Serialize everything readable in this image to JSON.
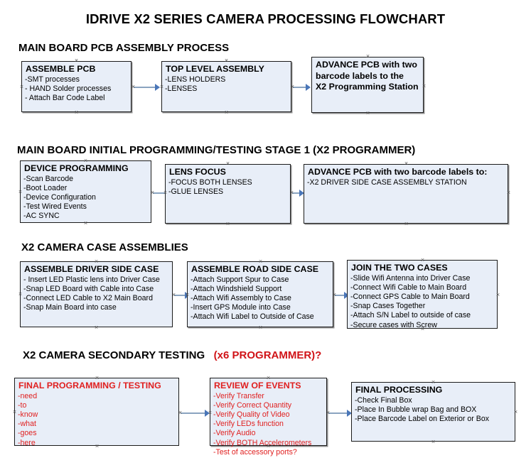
{
  "document": {
    "title": "IDRIVE X2  SERIES CAMERA PROCESSING FLOWCHART"
  },
  "sections": [
    {
      "id": "main-board-pcb-assembly-process",
      "heading": "MAIN BOARD PCB ASSEMBLY PROCESS",
      "heading_accent": ""
    },
    {
      "id": "main-board-initial-programming",
      "heading": "MAIN BOARD INITIAL PROGRAMMING/TESTING STAGE 1 (X2 PROGRAMMER)",
      "heading_accent": ""
    },
    {
      "id": "x2-camera-case-assemblies",
      "heading": "X2 CAMERA CASE ASSEMBLIES",
      "heading_accent": ""
    },
    {
      "id": "x2-camera-secondary-testing",
      "heading": "X2 CAMERA SECONDARY TESTING",
      "heading_accent": "(x6 PROGRAMMER)?"
    }
  ],
  "boxes": {
    "assemble_pcb": {
      "title": "ASSEMBLE PCB",
      "lines": [
        "-SMT processes",
        "- HAND Solder processes",
        "- Attach Bar Code Label"
      ]
    },
    "top_level_assembly": {
      "title": "TOP LEVEL ASSEMBLY",
      "lines": [
        "-LENS HOLDERS",
        "-LENSES"
      ]
    },
    "advance_pcb_1": {
      "title": "ADVANCE PCB with two",
      "lines": [
        "barcode labels to the",
        " X2 Programming Station"
      ]
    },
    "device_programming": {
      "title": "DEVICE PROGRAMMING",
      "lines": [
        "-Scan Barcode",
        "-Boot Loader",
        "-Device Configuration",
        "-Test Wired Events",
        "-AC SYNC"
      ]
    },
    "lens_focus": {
      "title": "LENS FOCUS",
      "lines": [
        "-FOCUS BOTH LENSES",
        "-GLUE LENSES"
      ]
    },
    "advance_pcb_2": {
      "title": "ADVANCE PCB with two barcode labels to:",
      "lines": [
        "-X2 DRIVER  SIDE  CASE  ASSEMBLY STATION"
      ]
    },
    "assemble_driver_side_case": {
      "title": "ASSEMBLE DRIVER SIDE CASE",
      "lines": [
        "- Insert LED Plastic lens into Driver Case",
        "-Snap LED Board with Cable into Case",
        "-Connect LED Cable to X2 Main Board",
        "-Snap Main Board into case"
      ]
    },
    "assemble_road_side_case": {
      "title": "ASSEMBLE ROAD SIDE CASE",
      "lines": [
        "-Attach Support Spur to Case",
        "-Attach Windshield Support",
        "-Attach Wifi Assembly to Case",
        "-Insert GPS Module into Case",
        "-Attach Wifi Label to Outside of Case"
      ]
    },
    "join_the_two_cases": {
      "title": "JOIN THE TWO CASES",
      "lines": [
        "-Slide Wifi Antenna into Driver Case",
        "-Connect Wifi Cable to Main Board",
        "-Connect GPS Cable to Main Board",
        "-Snap Cases Together",
        "-Attach S/N Label to outside of case",
        "-Secure cases with Screw"
      ]
    },
    "final_programming_testing": {
      "title": "FINAL PROGRAMMING / TESTING",
      "lines": [
        "-need",
        "-to",
        "-know",
        "-what",
        "-goes",
        "-here"
      ]
    },
    "review_of_events": {
      "title": "REVIEW OF EVENTS",
      "lines": [
        "-Verify Transfer",
        "-Verify Correct Quantity",
        "-Verify Quality of Video",
        "-Verify LEDs function",
        "-Verify Audio",
        "-Verify BOTH Accelerometers",
        "-Test of accessory ports?"
      ]
    },
    "final_processing": {
      "title": "FINAL PROCESSING",
      "lines": [
        " -Check Final Box",
        "-Place In Bubble wrap Bag and BOX",
        "-Place Barcode Label on Exterior or Box"
      ]
    }
  },
  "colors": {
    "box_fill": "#e8eef8",
    "box_border": "#1b1b1b",
    "connector": "#8aa4c0",
    "arrowhead": "#4a76b8",
    "accent_red": "#d01317",
    "text": "#000000"
  }
}
